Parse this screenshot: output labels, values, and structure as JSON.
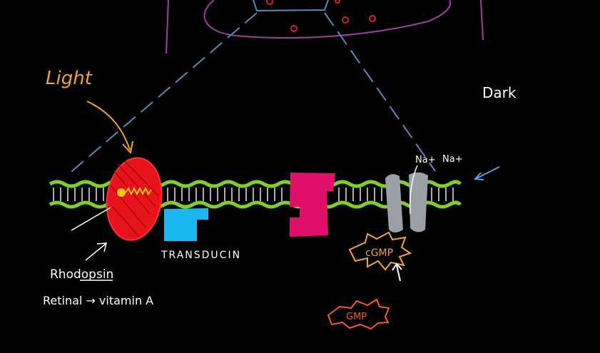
{
  "labels": {
    "light": "Light",
    "dark": "Dark",
    "na1": "Na+",
    "na2": "Na+",
    "transducin": "TRANSDUCIN",
    "rhodopsin": "Rhodopsin",
    "retinal_line": "Retinal → vitamin A",
    "cgmp": "cGMP",
    "gmp": "GMP"
  },
  "colors": {
    "background": "#000000",
    "membrane": "#7ed321",
    "rhodopsin": "#e8141b",
    "retinal": "#f5c518",
    "light_arrow": "#f0a818",
    "transducin": "#1ab8f0",
    "pde": "#e0106a",
    "channel": "#9aa0a6",
    "cgmp": "#f5a623",
    "gmp": "#ff5a14",
    "cell_outline": "#9b3fa0",
    "dashed_lines": "#4f8fb8",
    "text": "#ffffff"
  }
}
